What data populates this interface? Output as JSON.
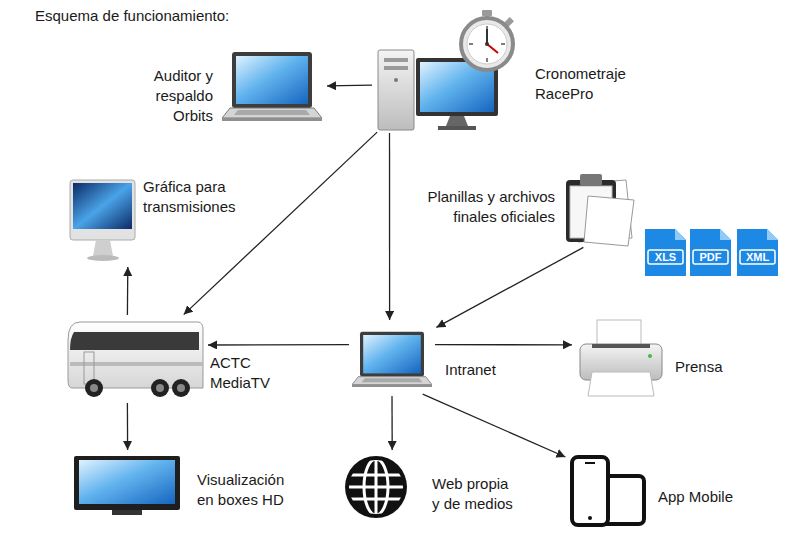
{
  "diagram": {
    "title": "Esquema de funcionamiento:",
    "nodes": [
      {
        "text": [
          "Auditor y respaldo Orbits"
        ]
      },
      {
        "text": [
          "Cronometraje RacePro"
        ]
      },
      {
        "text": [
          "Gráfica para transmisiones"
        ]
      },
      {
        "text": [
          "Planillas y archivos finales oficiales"
        ]
      },
      {
        "text": [
          "ACTC MediaTV"
        ]
      },
      {
        "text": [
          "Intranet"
        ]
      },
      {
        "text": [
          "Prensa"
        ]
      },
      {
        "text": [
          "Visualización en boxes HD"
        ]
      },
      {
        "text": [
          "Web propia y de medios"
        ]
      },
      {
        "text": [
          "App Mobile"
        ]
      }
    ],
    "edges": [
      {
        "from": 1,
        "to": 0,
        "arrow": "to"
      },
      {
        "from": 1,
        "to": 4,
        "arrow": "to"
      },
      {
        "from": 1,
        "to": 5,
        "arrow": "to"
      },
      {
        "from": 3,
        "to": 5,
        "arrow": "to"
      },
      {
        "from": 5,
        "to": 4,
        "arrow": "to"
      },
      {
        "from": 5,
        "to": 6,
        "arrow": "to"
      },
      {
        "from": 5,
        "to": 8,
        "arrow": "to"
      },
      {
        "from": 5,
        "to": 9,
        "arrow": "to"
      },
      {
        "from": 4,
        "to": 2,
        "arrow": "to"
      },
      {
        "from": 4,
        "to": 7,
        "arrow": "to"
      }
    ],
    "labels": [
      "XLS",
      "PDF",
      "XML"
    ]
  }
}
